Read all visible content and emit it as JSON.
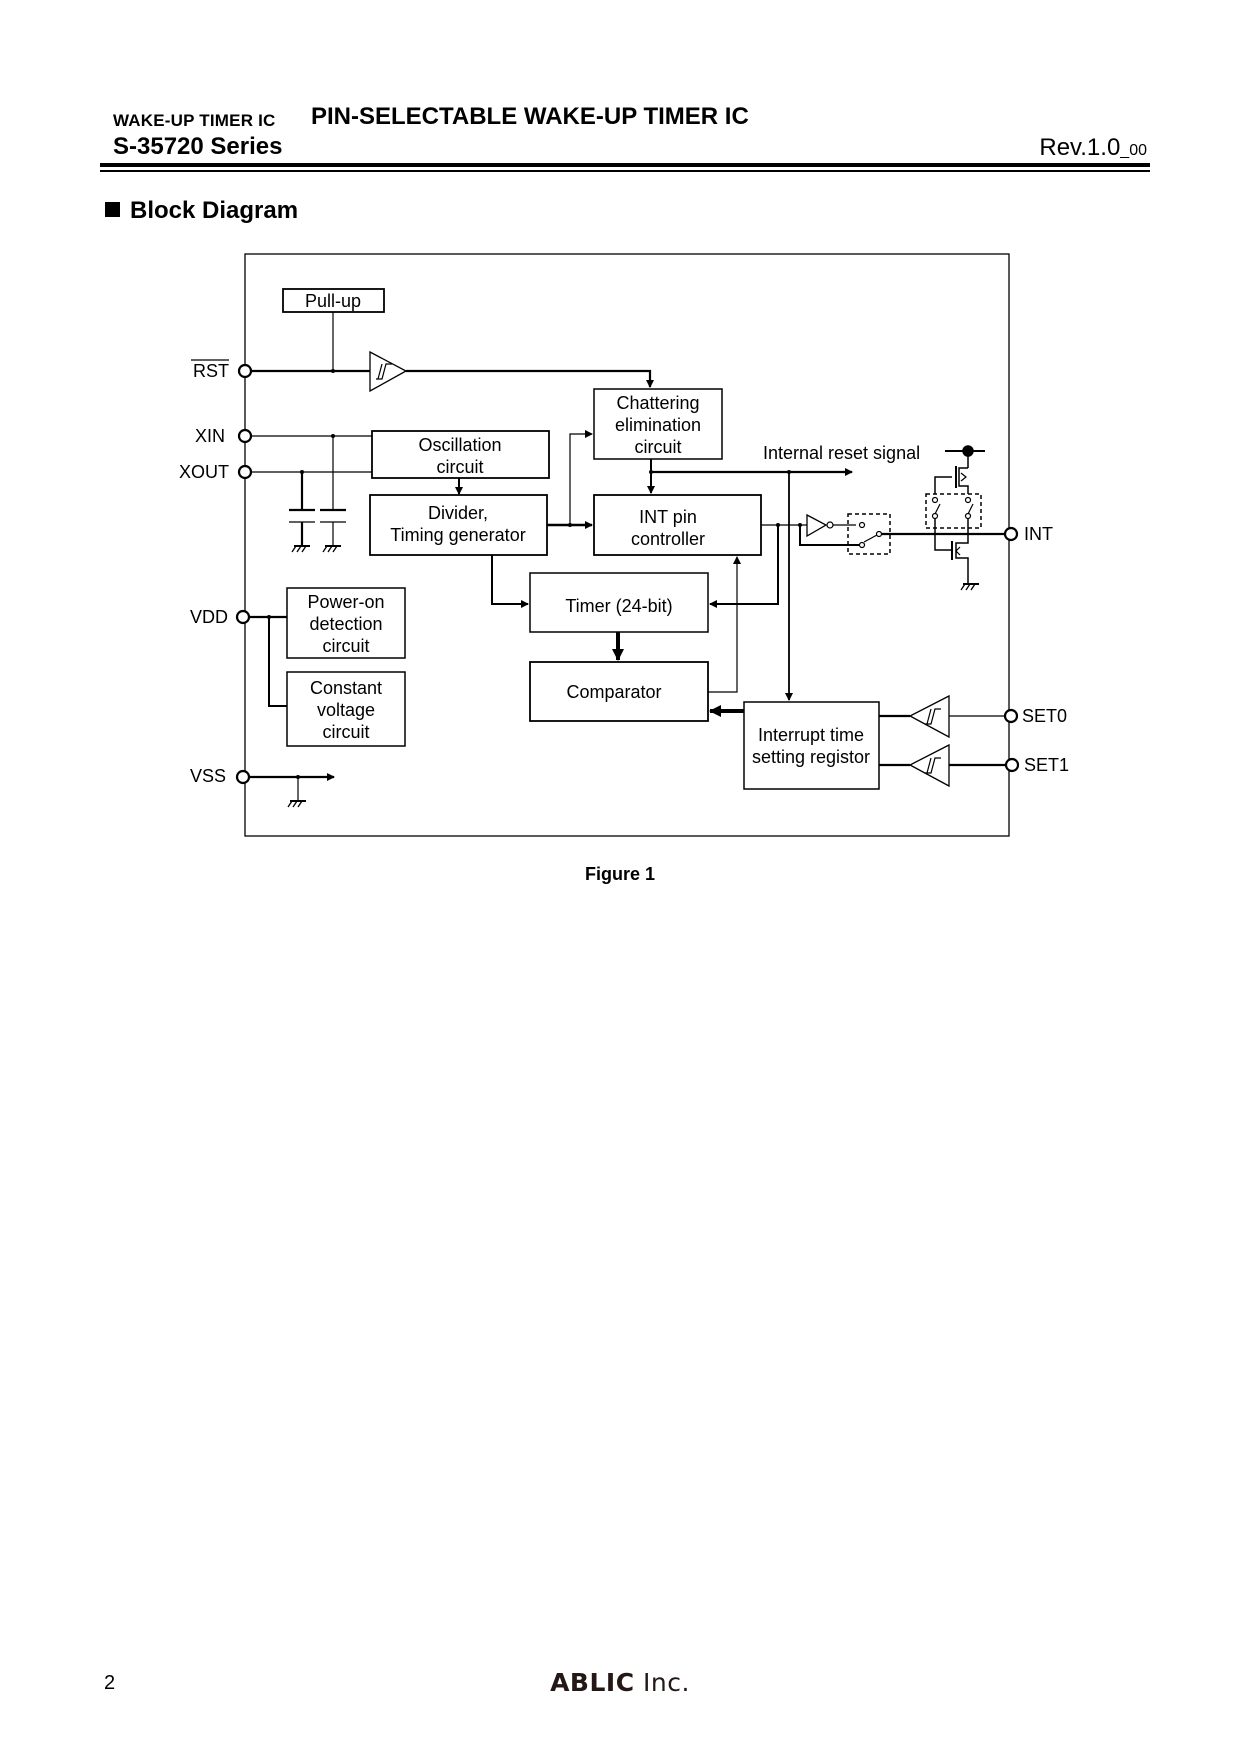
{
  "header": {
    "category": "WAKE-UP TIMER IC",
    "title": "PIN-SELECTABLE WAKE-UP TIMER IC",
    "series": "S-35720 Series",
    "revision": "Rev.1.0",
    "revision_suffix": "_00"
  },
  "section": {
    "title": "Block Diagram"
  },
  "diagram": {
    "pins": {
      "rst": "RST",
      "xin": "XIN",
      "xout": "XOUT",
      "vdd": "VDD",
      "vss": "VSS",
      "int": "INT",
      "set0": "SET0",
      "set1": "SET1"
    },
    "blocks": {
      "pullup": [
        "Pull-up"
      ],
      "chattering": [
        "Chattering",
        "elimination",
        "circuit"
      ],
      "oscillation": [
        "Oscillation",
        "circuit"
      ],
      "divider": [
        "Divider,",
        "Timing generator"
      ],
      "int_controller": [
        "INT pin",
        "controller"
      ],
      "timer": [
        "Timer (24-bit)"
      ],
      "comparator": [
        "Comparator"
      ],
      "power_on": [
        "Power-on",
        "detection",
        "circuit"
      ],
      "constant_voltage": [
        "Constant",
        "voltage",
        "circuit"
      ],
      "interrupt_register": [
        "Interrupt time",
        "setting registor"
      ]
    },
    "signals": {
      "internal_reset": "Internal reset signal"
    }
  },
  "caption": "Figure 1",
  "footer": {
    "page_number": "2",
    "company_bold": "ABLIC",
    "company_rest": " Inc."
  }
}
